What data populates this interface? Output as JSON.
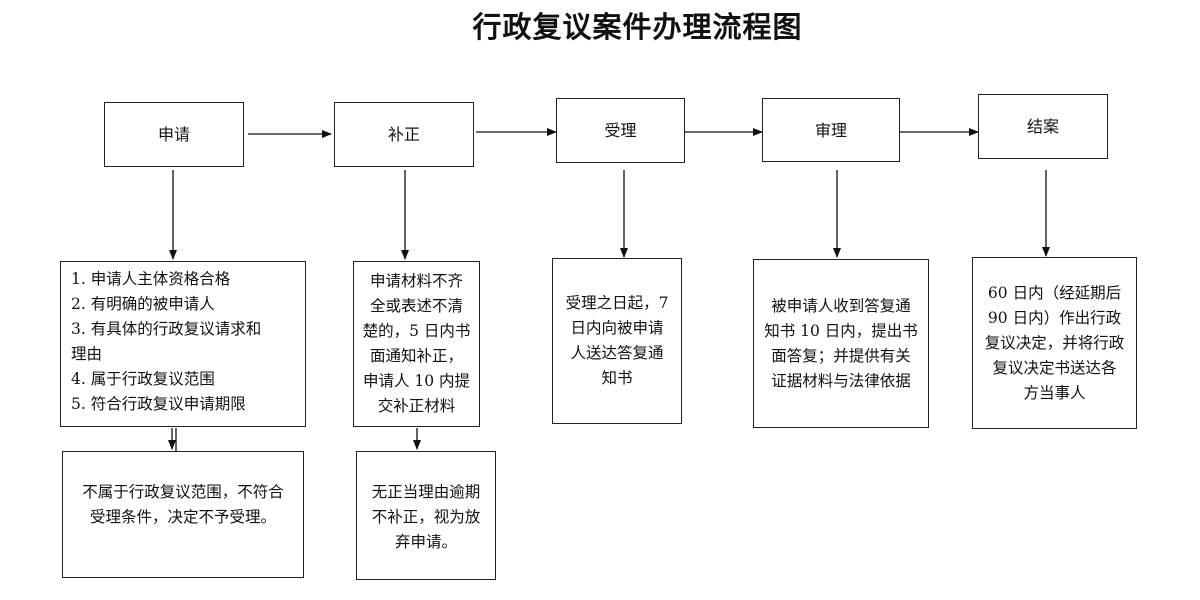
{
  "title": "行政复议案件办理流程图",
  "stages": [
    "申请",
    "补正",
    "受理",
    "审理",
    "结案"
  ],
  "details": {
    "apply_conditions": [
      "1.  申请人主体资格合格",
      "2.  有明确的被申请人",
      "3.  有具体的行政复议请求和",
      "理由",
      "4.  属于行政复议范围",
      "5.  符合行政复议申请期限"
    ],
    "supplement_rule": [
      "申请材料不齐",
      "全或表述不清",
      "楚的，5 日内书",
      "面通知补正，",
      "申请人 10 内提",
      "交补正材料"
    ],
    "accept_rule": [
      "受理之日起，7",
      "日内向被申请",
      "人送达答复通",
      "知书"
    ],
    "review_rule": [
      "被申请人收到答复通",
      "知书 10 日内，提出书",
      "面答复；并提供有关",
      "证据材料与法律依据"
    ],
    "close_rule": [
      "60 日内（经延期后",
      "90 日内）作出行政",
      "复议决定，并将行政",
      "复议决定书送达各",
      "方当事人"
    ]
  },
  "outcomes": {
    "reject": [
      "不属于行政复议范围，不符合",
      "受理条件，决定不予受理。"
    ],
    "abandon": [
      "无正当理由逾期",
      "不补正，视为放",
      "弃申请。"
    ]
  }
}
